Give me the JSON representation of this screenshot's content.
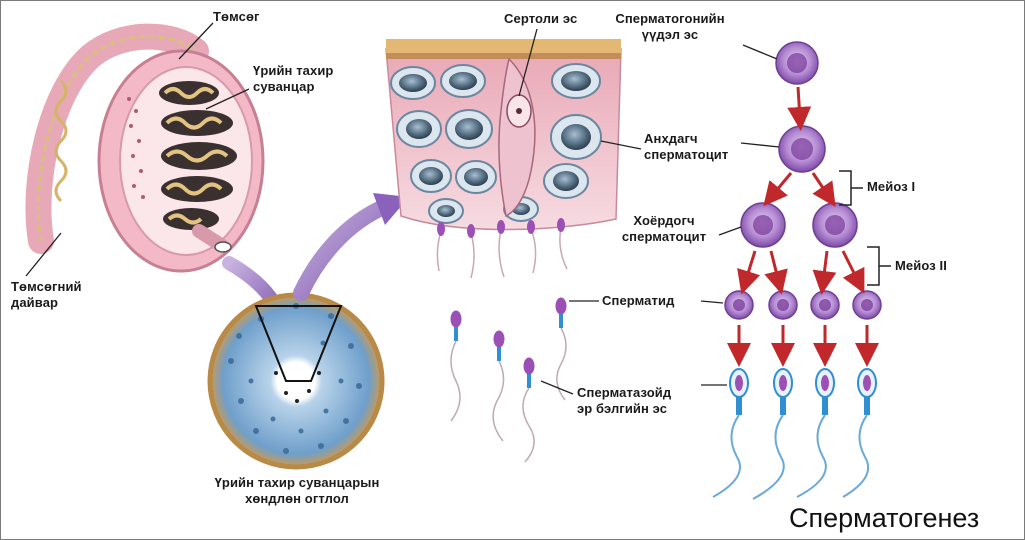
{
  "labels": {
    "scrotum": "Төмсөг",
    "seminiferous_tubules": "Үрийн тахир\nсуванцар",
    "epididymis": "Төмсөгний\nдайвар",
    "cross_section": "Үрийн тахир суванцарын\nхөндлөн огтлол",
    "sertoli": "Сертоли эс",
    "spermatogonia": "Сперматогонийн\nүүдэл эс",
    "primary_spermatocyte": "Анхдагч\nсперматоцит",
    "secondary_spermatocyte": "Хоёрдогч\nсперматоцит",
    "spermatid": "Сперматид",
    "spermatozoa": "Сперматазойд\nэр бэлгийн эс",
    "meiosis_1": "Мейоз I",
    "meiosis_2": "Мейоз II"
  },
  "title": "Сперматогенез",
  "colors": {
    "cell_fill": "#b58bd3",
    "cell_core": "#7c3f9e",
    "arrow": "#c0282c",
    "tissue": "#f2c7d0",
    "nucleus": "#4c6478",
    "section_blue": "#7fb0d8",
    "sperm_head": "#9c4fb5",
    "sperm_mid": "#2f8fd0"
  }
}
